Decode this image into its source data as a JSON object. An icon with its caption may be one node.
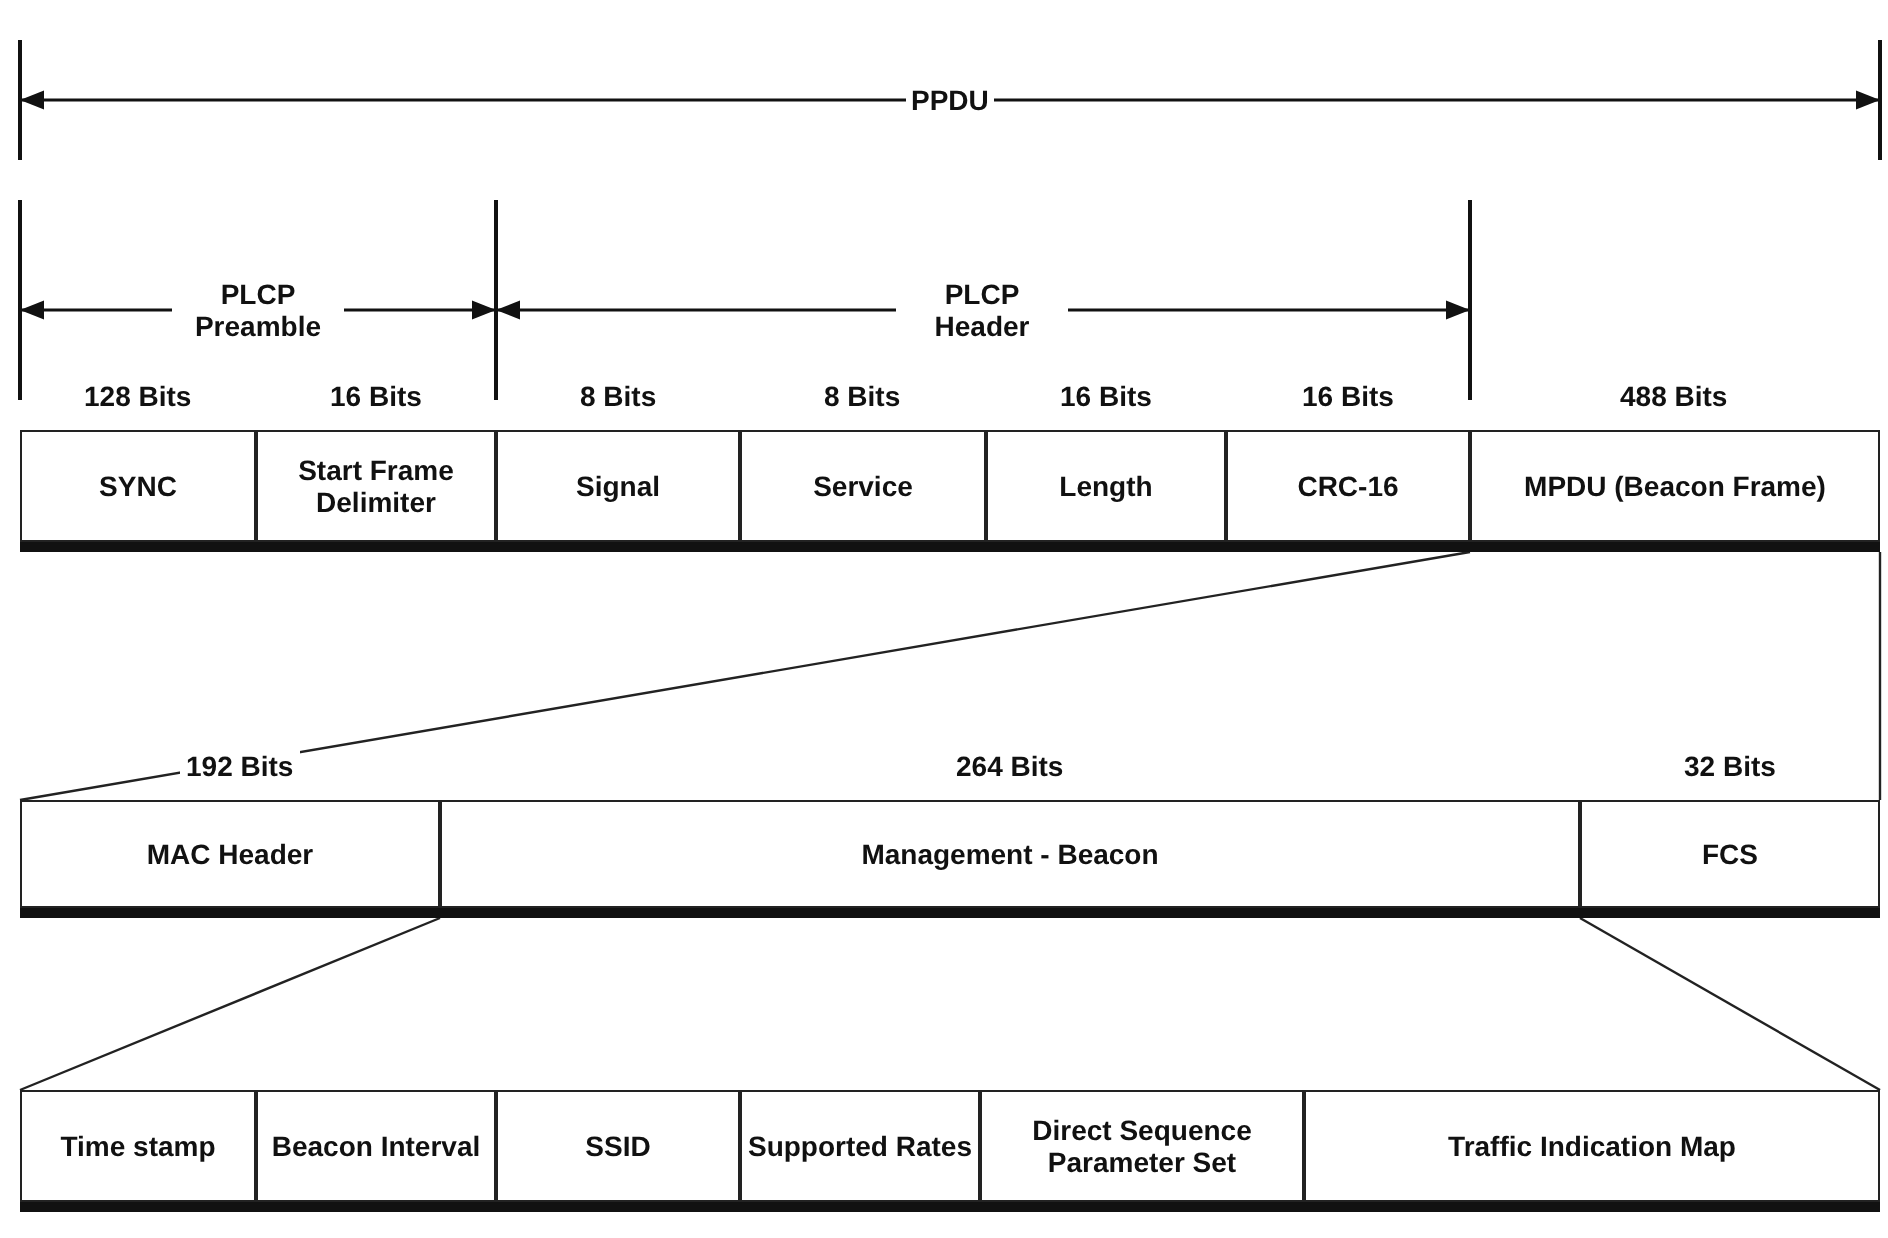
{
  "diagram": {
    "nodes": [
      {
        "text": [
          "SYNC"
        ]
      },
      {
        "text": [
          "Start Frame Delimiter"
        ]
      },
      {
        "text": [
          "Signal"
        ]
      },
      {
        "text": [
          "Service"
        ]
      },
      {
        "text": [
          "Length"
        ]
      },
      {
        "text": [
          "CRC-16"
        ]
      },
      {
        "text": [
          "MPDU (Beacon Frame)"
        ]
      },
      {
        "text": [
          "MAC Header"
        ]
      },
      {
        "text": [
          "Management - Beacon"
        ]
      },
      {
        "text": [
          "FCS"
        ]
      },
      {
        "text": [
          "Time stamp"
        ]
      },
      {
        "text": [
          "Beacon Interval"
        ]
      },
      {
        "text": [
          "SSID"
        ]
      },
      {
        "text": [
          "Supported Rates"
        ]
      },
      {
        "text": [
          "Direct Sequence Parameter Set"
        ]
      },
      {
        "text": [
          "Traffic Indication Map"
        ]
      }
    ],
    "edges": [
      {
        "from": 6,
        "to": 7,
        "arrow": "none"
      },
      {
        "from": 6,
        "to": 9,
        "arrow": "none"
      },
      {
        "from": 8,
        "to": 10,
        "arrow": "none"
      },
      {
        "from": 8,
        "to": 15,
        "arrow": "none"
      }
    ],
    "labels": [
      "PPDU",
      "PLCP Preamble",
      "PLCP Header",
      "128 Bits",
      "16 Bits",
      "8 Bits",
      "8 Bits",
      "16 Bits",
      "16 Bits",
      "488 Bits",
      "192 Bits",
      "264 Bits",
      "32 Bits"
    ]
  }
}
